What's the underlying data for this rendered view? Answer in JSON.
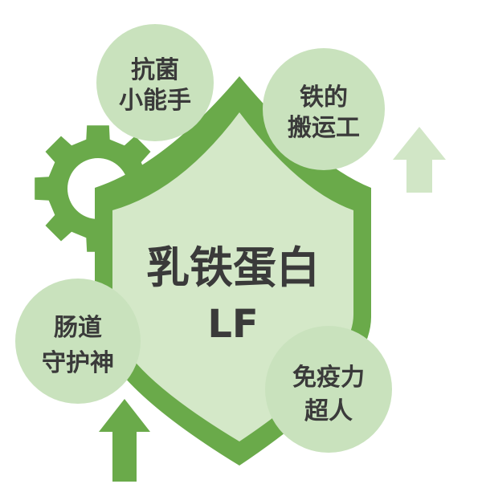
{
  "center": {
    "title": "乳铁蛋白",
    "subtitle": "LF"
  },
  "bubbles": {
    "top": {
      "line1": "抗菌",
      "line2": "小能手"
    },
    "top_right": {
      "line1": "铁的",
      "line2": "搬运工"
    },
    "left": {
      "line1": "肠道",
      "line2": "守护神"
    },
    "bottom_right": {
      "line1": "免疫力",
      "line2": "超人"
    }
  },
  "colors": {
    "shield_outer": "#6aaa4a",
    "shield_inner": "#d4e8c8",
    "gear": "#6aaa4a",
    "bubble_fill": "#c9e2bd",
    "arrow_light": "#d1e6c6",
    "arrow_dark": "#6aaa4a",
    "text": "#3a3a3a"
  },
  "icons": [
    "gear-icon",
    "shield-icon",
    "up-arrow-icon"
  ]
}
